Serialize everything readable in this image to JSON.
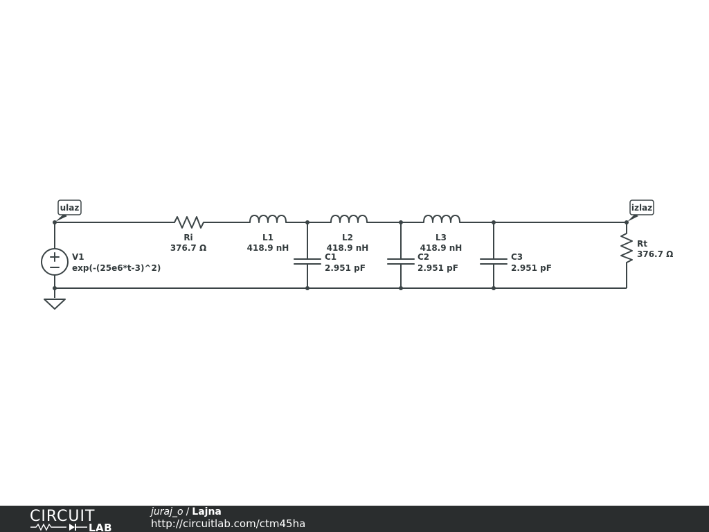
{
  "schematic": {
    "components": [
      {
        "id": "V1",
        "value": "exp(-(25e6*t-3)^2)"
      },
      {
        "id": "Ri",
        "value": "376.7 Ω"
      },
      {
        "id": "L1",
        "value": "418.9 nH"
      },
      {
        "id": "L2",
        "value": "418.9 nH"
      },
      {
        "id": "L3",
        "value": "418.9 nH"
      },
      {
        "id": "C1",
        "value": "2.951 pF"
      },
      {
        "id": "C2",
        "value": "2.951 pF"
      },
      {
        "id": "C3",
        "value": "2.951 pF"
      },
      {
        "id": "Rt",
        "value": "376.7 Ω"
      }
    ],
    "net_labels": {
      "input": "ulaz",
      "output": "izlaz"
    },
    "colors": {
      "wire": "#3b4446",
      "footer": "#2a2d2e"
    }
  },
  "footer": {
    "brand_top": "CIRCUIT",
    "brand_bottom": "LAB",
    "author": "juraj_o",
    "separator": "/",
    "title": "Lajna",
    "url": "http://circuitlab.com/ctm45ha"
  }
}
